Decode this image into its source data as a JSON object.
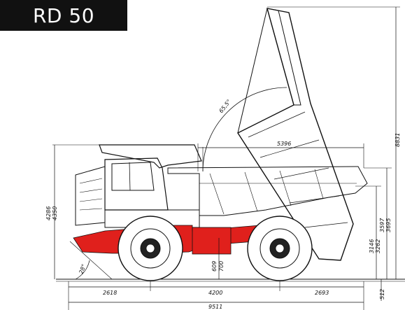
{
  "title": "RD 50",
  "colors": {
    "frame_red": "#e0201c",
    "line": "#111111",
    "background": "#ffffff",
    "title_bg": "#111111"
  },
  "dimensions": {
    "dump_angle": "65,5°",
    "box_length": "5396",
    "overall_height_raised": "8831",
    "cab_height_a": "4286",
    "cab_height_b": "4350",
    "rear_height_a": "3597",
    "rear_height_b": "3695",
    "rear_lower_a": "3146",
    "rear_lower_b": "3262",
    "ground_clearance_a": "609",
    "ground_clearance_b": "700",
    "approach_angle": "28°",
    "front_overhang": "2618",
    "wheelbase": "4200",
    "rear_overhang": "2693",
    "rear_drop": "512",
    "overall_length": "9511"
  }
}
